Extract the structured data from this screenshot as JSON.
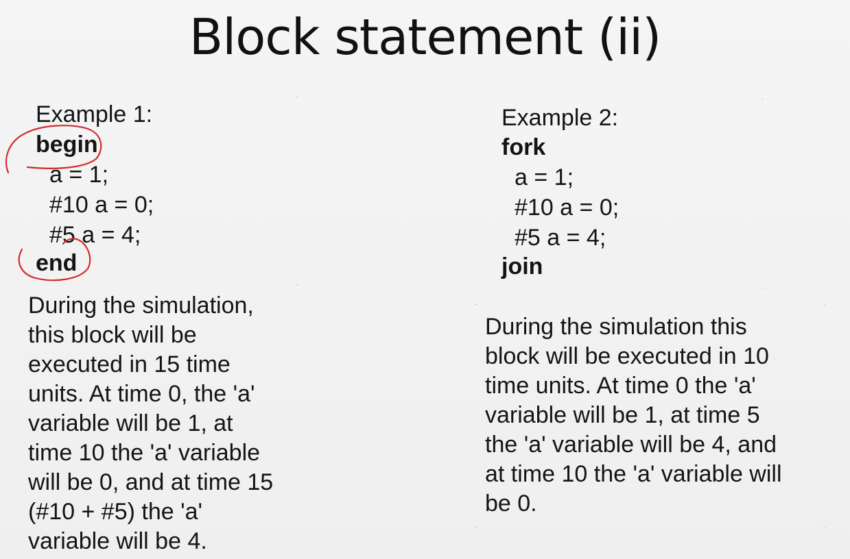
{
  "title": "Block statement (ii)",
  "example1": {
    "heading": "Example 1:",
    "keyword_open": "begin",
    "code_lines": [
      "a = 1;",
      "#10 a = 0;",
      "#5 a = 4;"
    ],
    "keyword_close": "end",
    "description_lines": [
      "During the simulation,",
      "this block will be",
      "executed in 15 time",
      "units. At time 0, the 'a'",
      "variable will be 1, at",
      "time 10 the 'a' variable",
      "will be 0, and at time 15",
      "(#10 + #5) the 'a'",
      "variable will be 4."
    ]
  },
  "example2": {
    "heading": "Example 2:",
    "keyword_open": "fork",
    "code_lines": [
      "a = 1;",
      "#10 a = 0;",
      "#5 a = 4;"
    ],
    "keyword_close": "join",
    "description_lines": [
      "During the simulation this",
      "block will be executed in 10",
      "time units. At time 0 the 'a'",
      "variable will be 1, at time 5",
      "the 'a' variable will be 4, and",
      "at time 10 the 'a' variable will",
      "be 0."
    ]
  },
  "annotation_color": "#d42a2a"
}
